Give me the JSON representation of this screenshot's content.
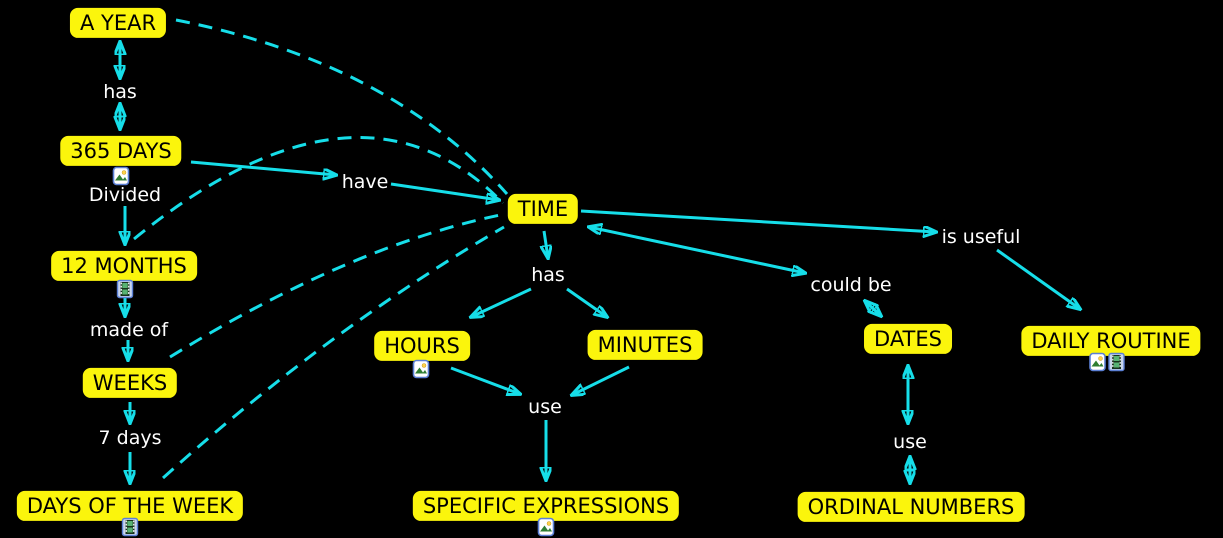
{
  "canvas": {
    "background": "#000000",
    "line_color": "#16DEE9",
    "node_fill": "#FBF50C",
    "node_border": "#000000",
    "node_text_color": "#000000",
    "label_text_color": "#FFFFFF"
  },
  "nodes": {
    "a_year": {
      "label": "A YEAR",
      "icons": []
    },
    "days_365": {
      "label": "365 DAYS",
      "icons": [
        "image-icon"
      ]
    },
    "months_12": {
      "label": "12 MONTHS",
      "icons": [
        "film-icon"
      ]
    },
    "weeks": {
      "label": "WEEKS",
      "icons": []
    },
    "days_of_the_week": {
      "label": "DAYS OF THE WEEK",
      "icons": [
        "film-icon"
      ]
    },
    "time": {
      "label": "TIME",
      "icons": []
    },
    "hours": {
      "label": "HOURS",
      "icons": [
        "image-icon"
      ]
    },
    "minutes": {
      "label": "MINUTES",
      "icons": []
    },
    "specific_expressions": {
      "label": "SPECIFIC EXPRESSIONS",
      "icons": [
        "image-icon"
      ]
    },
    "dates": {
      "label": "DATES",
      "icons": []
    },
    "ordinal_numbers": {
      "label": "ORDINAL NUMBERS",
      "icons": []
    },
    "daily_routine": {
      "label": "DAILY ROUTINE",
      "icons": [
        "image-icon",
        "film-icon"
      ]
    }
  },
  "links": {
    "has_year": "has",
    "divided": "Divided",
    "made_of": "made of",
    "seven_days": "7 days",
    "have": "have",
    "has_time": "has",
    "use_time": "use",
    "is_useful": "is useful",
    "could_be": "could be",
    "use_dates": "use"
  },
  "edges": [
    {
      "from": "A YEAR",
      "label": "has",
      "to": "365 DAYS",
      "style": "solid",
      "direction": "both"
    },
    {
      "from": "365 DAYS",
      "label": "Divided",
      "to": "12 MONTHS",
      "style": "solid",
      "direction": "forward"
    },
    {
      "from": "12 MONTHS",
      "label": "made of",
      "to": "WEEKS",
      "style": "solid",
      "direction": "forward"
    },
    {
      "from": "WEEKS",
      "label": "7 days",
      "to": "DAYS OF THE WEEK",
      "style": "solid",
      "direction": "forward"
    },
    {
      "from": "365 DAYS",
      "label": "have",
      "to": "TIME",
      "style": "solid",
      "direction": "forward"
    },
    {
      "from": "A YEAR",
      "to": "TIME",
      "style": "dashed"
    },
    {
      "from": "12 MONTHS",
      "to": "TIME",
      "style": "dashed"
    },
    {
      "from": "WEEKS",
      "to": "TIME",
      "style": "dashed"
    },
    {
      "from": "DAYS OF THE WEEK",
      "to": "TIME",
      "style": "dashed"
    },
    {
      "from": "TIME",
      "label": "has",
      "to": "HOURS",
      "style": "solid",
      "direction": "forward"
    },
    {
      "from": "TIME",
      "label": "has",
      "to": "MINUTES",
      "style": "solid",
      "direction": "forward"
    },
    {
      "from": "HOURS",
      "label": "use",
      "to": "SPECIFIC EXPRESSIONS",
      "style": "solid",
      "direction": "forward"
    },
    {
      "from": "MINUTES",
      "label": "use",
      "to": "SPECIFIC EXPRESSIONS",
      "style": "solid",
      "direction": "forward"
    },
    {
      "from": "TIME",
      "label": "is useful",
      "to": "DAILY ROUTINE",
      "style": "solid",
      "direction": "forward"
    },
    {
      "from": "TIME",
      "label": "could be",
      "to": "DATES",
      "style": "solid",
      "direction": "both"
    },
    {
      "from": "DATES",
      "label": "use",
      "to": "ORDINAL NUMBERS",
      "style": "solid",
      "direction": "both"
    }
  ]
}
